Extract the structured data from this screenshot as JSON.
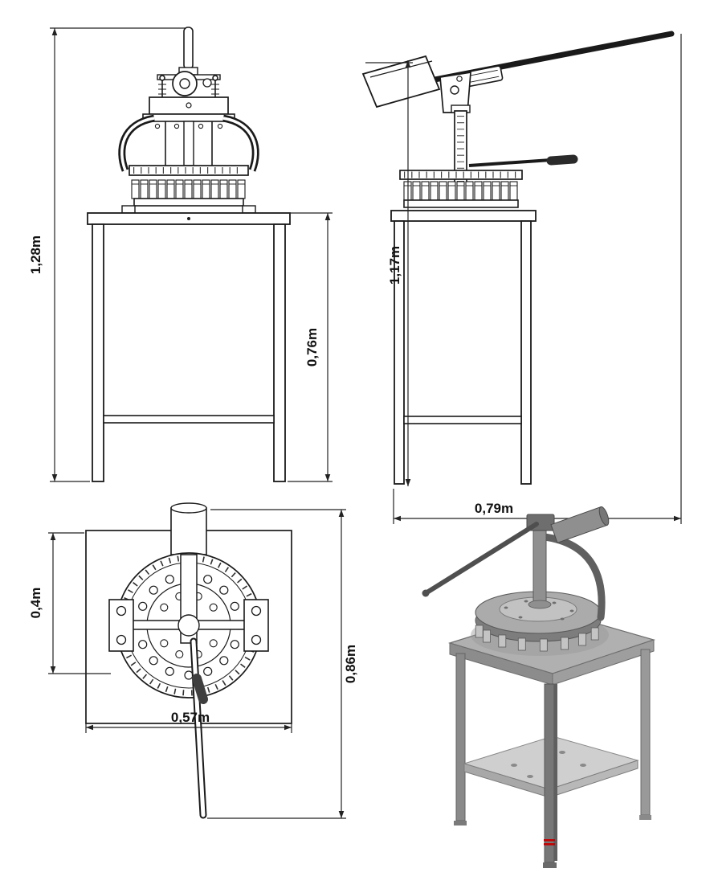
{
  "drawing": {
    "dimension_labels": {
      "front_overall_height": "1,28m",
      "front_table_height": "0,76m",
      "side_overall_height": "1,17m",
      "side_overall_width": "0,79m",
      "top_inner_width": "0,4m",
      "top_plate_width": "0,57m",
      "top_overall_length": "0,86m"
    },
    "colors": {
      "line": "#1a1a1a",
      "dimension": "#222222",
      "render_gray": "#a0a0a0",
      "accent_red": "#c40000"
    }
  }
}
